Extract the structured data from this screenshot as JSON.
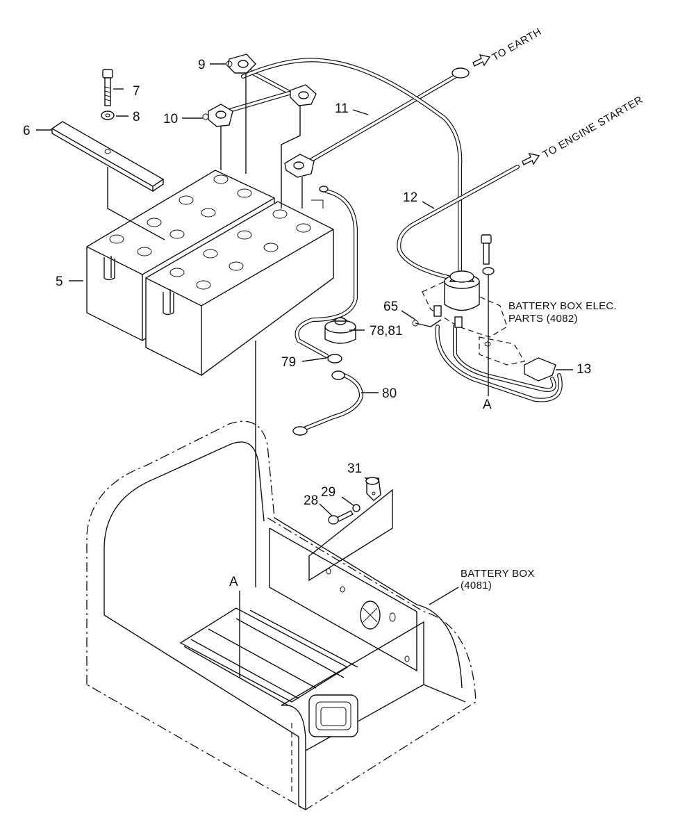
{
  "parts": {
    "p5": "5",
    "p6": "6",
    "p7": "7",
    "p8": "8",
    "p9": "9",
    "p10": "10",
    "p11": "11",
    "p12": "12",
    "p13": "13",
    "p28": "28",
    "p29": "29",
    "p31": "31",
    "p65": "65",
    "p78_81": "78,81",
    "p79": "79",
    "p80": "80"
  },
  "refs": {
    "a_upper": "A",
    "a_lower": "A"
  },
  "directions": {
    "to_earth": "TO EARTH",
    "to_engine_starter": "TO ENGINE STARTER"
  },
  "notes": {
    "elec_parts_line1": "BATTERY BOX ELEC.",
    "elec_parts_line2": "PARTS (4082)",
    "battery_box_line1": "BATTERY BOX",
    "battery_box_line2": "(4081)"
  }
}
